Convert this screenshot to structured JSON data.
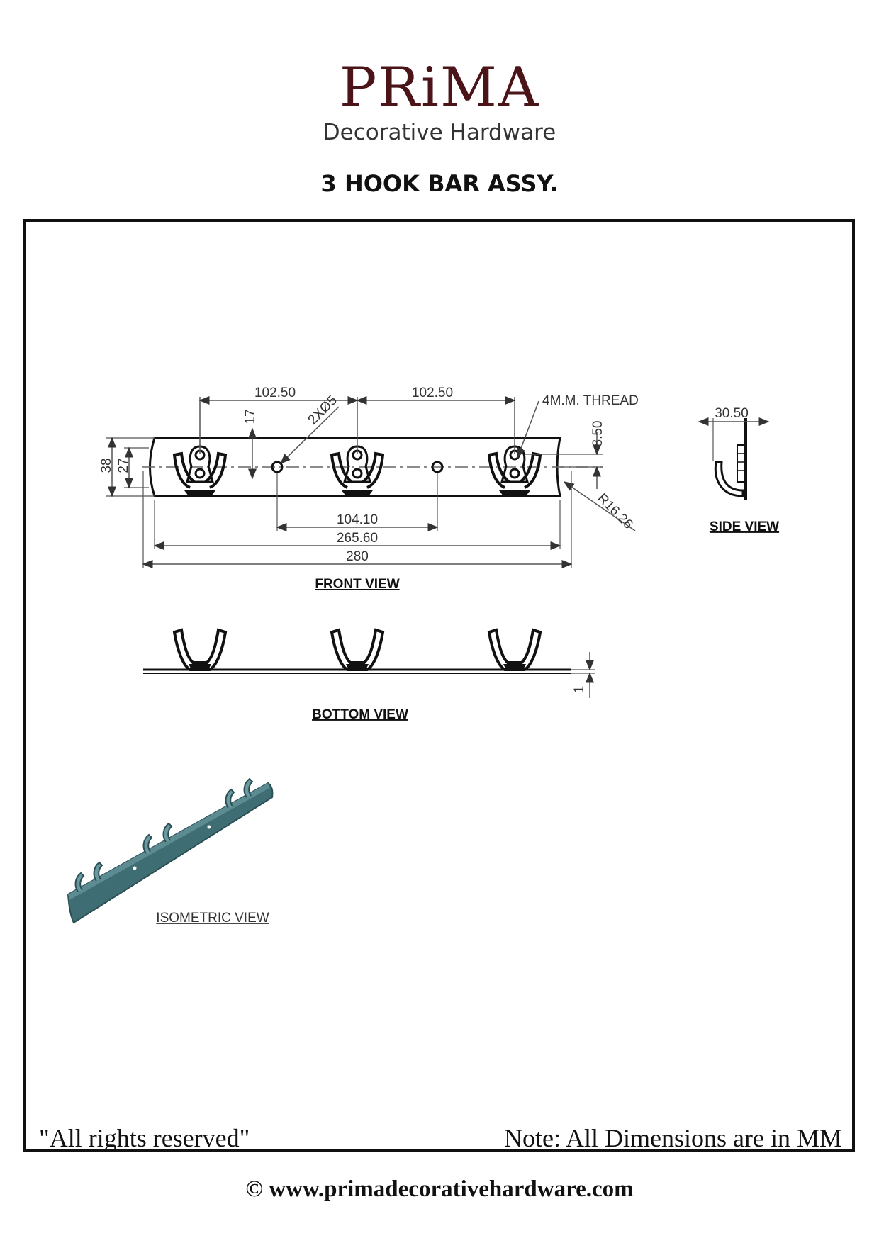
{
  "brand": {
    "name": "PRiMA",
    "tagline": "Decorative Hardware",
    "accent_color": "#4a1419",
    "dot_color": "#c0161f"
  },
  "title": "3 HOOK BAR ASSY.",
  "views": {
    "front": "FRONT VIEW",
    "side": "SIDE VIEW",
    "bottom": "BOTTOM VIEW",
    "isometric": "ISOMETRIC VIEW"
  },
  "dimensions": {
    "spacing_left": "102.50",
    "spacing_right": "102.50",
    "hook_offset": "17",
    "holes": "2XØ5",
    "thread": "4M.M. THREAD",
    "thread_offset": "8.50",
    "height_outer": "38",
    "height_inner": "27",
    "hole_spacing": "104.10",
    "inner_length": "265.60",
    "total_length": "280",
    "end_radius": "R16.26",
    "side_depth": "30.50",
    "thickness": "1"
  },
  "footer": {
    "rights": "\"All rights reserved\"",
    "note": "Note: All Dimensions are in MM",
    "website": "© www.primadecorativehardware.com"
  },
  "colors": {
    "line": "#333333",
    "iso_bar": "#3e6d73",
    "iso_edge": "#2a4f54"
  }
}
